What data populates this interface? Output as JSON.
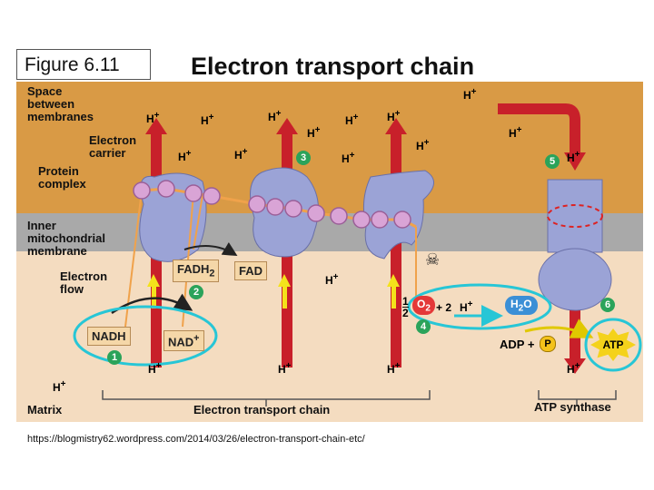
{
  "figure_label": "Figure 6.11",
  "title": "Electron transport chain",
  "labels": {
    "space": [
      "Space",
      "between",
      "membranes"
    ],
    "electron_carrier": [
      "Electron",
      "carrier"
    ],
    "protein_complex": [
      "Protein",
      "complex"
    ],
    "inner_membrane": [
      "Inner",
      "mitochondrial",
      "membrane"
    ],
    "electron_flow": [
      "Electron",
      "flow"
    ],
    "matrix": "Matrix",
    "etc_bracket": "Electron transport chain",
    "atp_synthase": "ATP synthase"
  },
  "molecules": {
    "h": "H",
    "plus": "+",
    "fadh2": "FADH",
    "fadh2_sub": "2",
    "fad": "FAD",
    "nadh": "NADH",
    "nad": "NAD",
    "nad_sup": "+",
    "half": "1",
    "half_den": "2",
    "o2": "O",
    "o2_sub": "2",
    "plus2": "+ 2",
    "h2o": "H",
    "h2o_sub": "2",
    "h2o_o": "O",
    "adp": "ADP +",
    "p": "P",
    "atp": "ATP"
  },
  "steps": [
    "1",
    "2",
    "3",
    "4",
    "5",
    "6"
  ],
  "source": "https://blogmistry62.wordpress.com/2014/03/26/electron-transport-chain-etc/",
  "colors": {
    "intermembrane": "#d99a45",
    "membrane": "#a9a9a9",
    "matrix": "#f4dcc0",
    "protein": "#9ba3d6",
    "arrow_red": "#c8202a",
    "arrow_yellow": "#f4e21b",
    "step_green": "#2ba35a",
    "highlight_cyan": "#27c6d6",
    "electron_path": "#f0a24b"
  }
}
